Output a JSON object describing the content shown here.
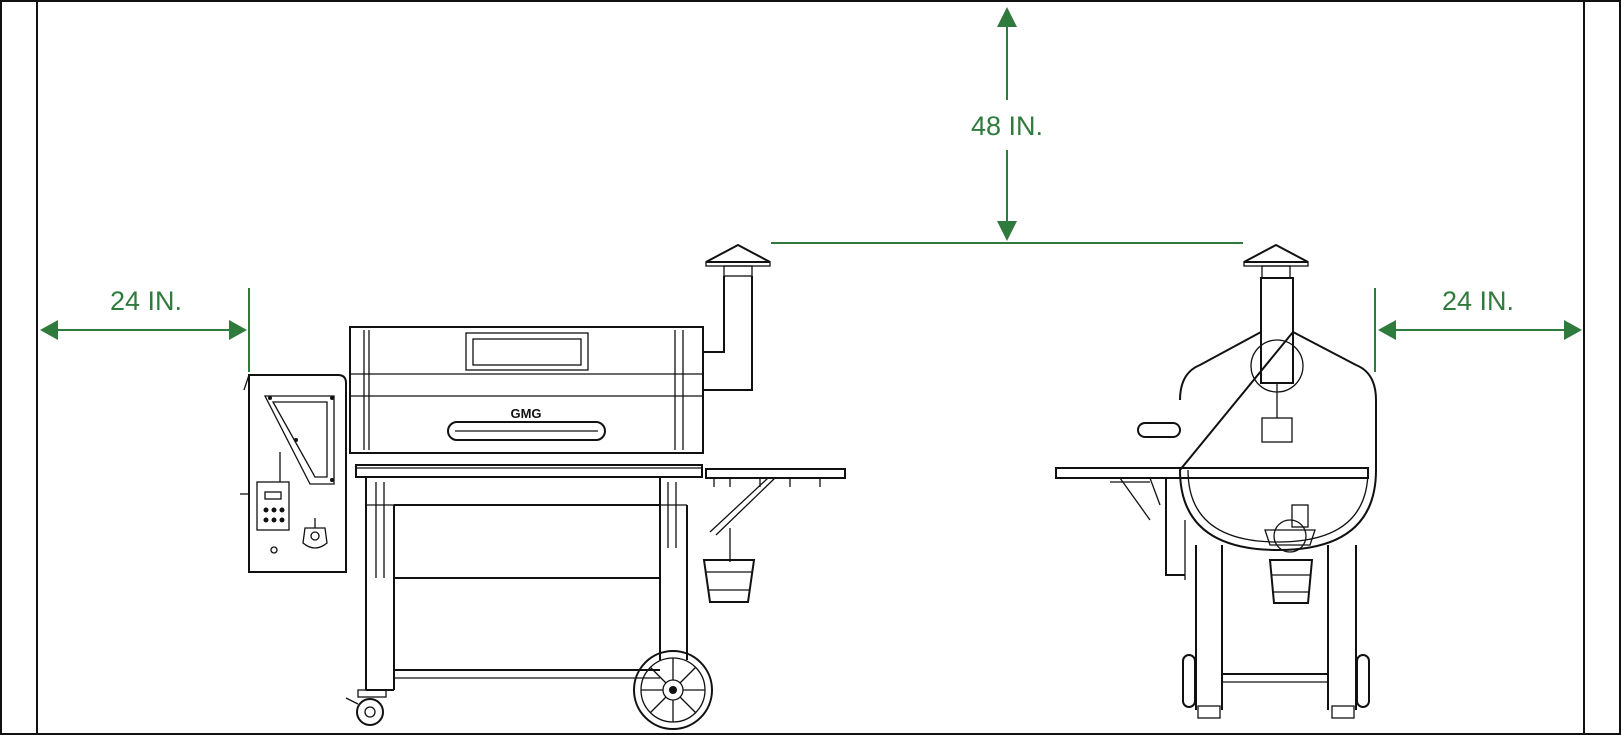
{
  "diagram": {
    "labels": {
      "left_clearance": "24 IN.",
      "top_clearance": "48 IN.",
      "right_clearance": "24 IN."
    },
    "logo": "GMG",
    "colors": {
      "dimension": "#2f7a3d",
      "drawing": "#111111",
      "background": "#ffffff"
    }
  }
}
